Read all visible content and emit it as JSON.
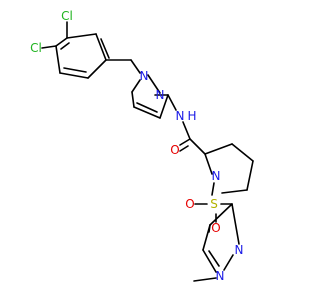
{
  "molecule": {
    "atoms": {
      "cl1": {
        "symbol": "Cl",
        "color": "#1fb31f"
      },
      "cl2": {
        "symbol": "Cl",
        "color": "#1fb31f"
      },
      "n1": {
        "symbol": "N",
        "color": "#1a1ae6"
      },
      "n2": {
        "symbol": "N",
        "color": "#1a1ae6"
      },
      "nh": {
        "symbol": "N",
        "color": "#1a1ae6"
      },
      "h": {
        "symbol": "H",
        "color": "#1a1ae6"
      },
      "o1": {
        "symbol": "O",
        "color": "#e60000"
      },
      "n3": {
        "symbol": "N",
        "color": "#1a1ae6"
      },
      "s": {
        "symbol": "S",
        "color": "#b3b300"
      },
      "o2": {
        "symbol": "O",
        "color": "#e60000"
      },
      "o3": {
        "symbol": "O",
        "color": "#e60000"
      },
      "n4": {
        "symbol": "N",
        "color": "#1a1ae6"
      },
      "n5": {
        "symbol": "N",
        "color": "#1a1ae6"
      }
    }
  }
}
